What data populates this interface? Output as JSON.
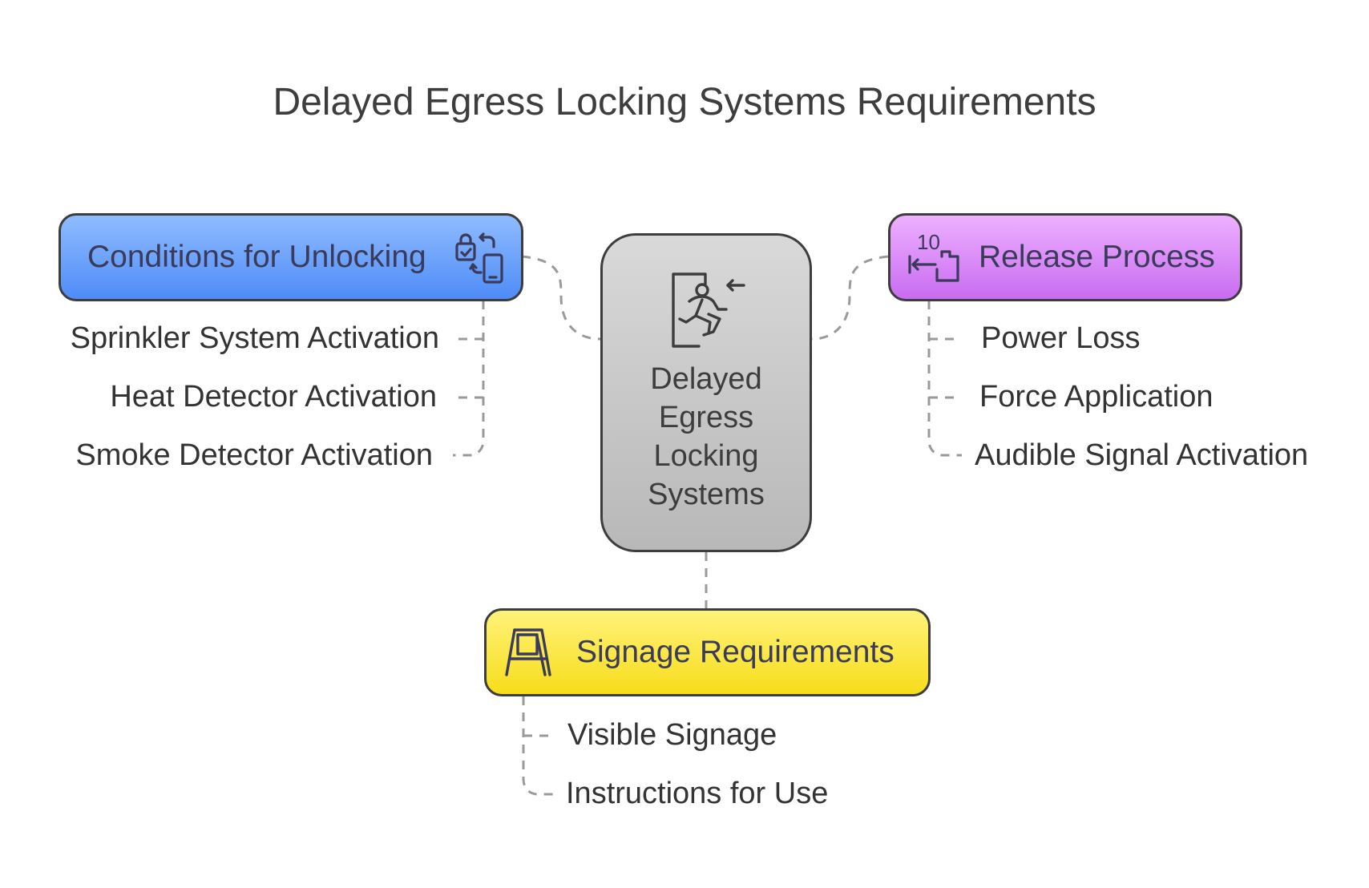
{
  "title": "Delayed Egress Locking Systems Requirements",
  "center": {
    "label_lines": [
      "Delayed",
      "Egress",
      "Locking",
      "Systems"
    ],
    "icon": "emergency-exit-running-person-icon"
  },
  "branches": {
    "conditions": {
      "label": "Conditions for Unlocking",
      "icon": "lock-phone-sync-icon",
      "color": "#5b94f8",
      "items": [
        "Sprinkler System Activation",
        "Heat Detector Activation",
        "Smoke Detector Activation"
      ]
    },
    "release": {
      "label": "Release Process",
      "icon": "countdown-timer-icon",
      "timer_text": "10",
      "color": "#d47cf2",
      "items": [
        "Power Loss",
        "Force Application",
        "Audible Signal Activation"
      ]
    },
    "signage": {
      "label": "Signage Requirements",
      "icon": "sign-easel-icon",
      "color": "#f9e22e",
      "items": [
        "Visible Signage",
        "Instructions for Use"
      ]
    }
  }
}
